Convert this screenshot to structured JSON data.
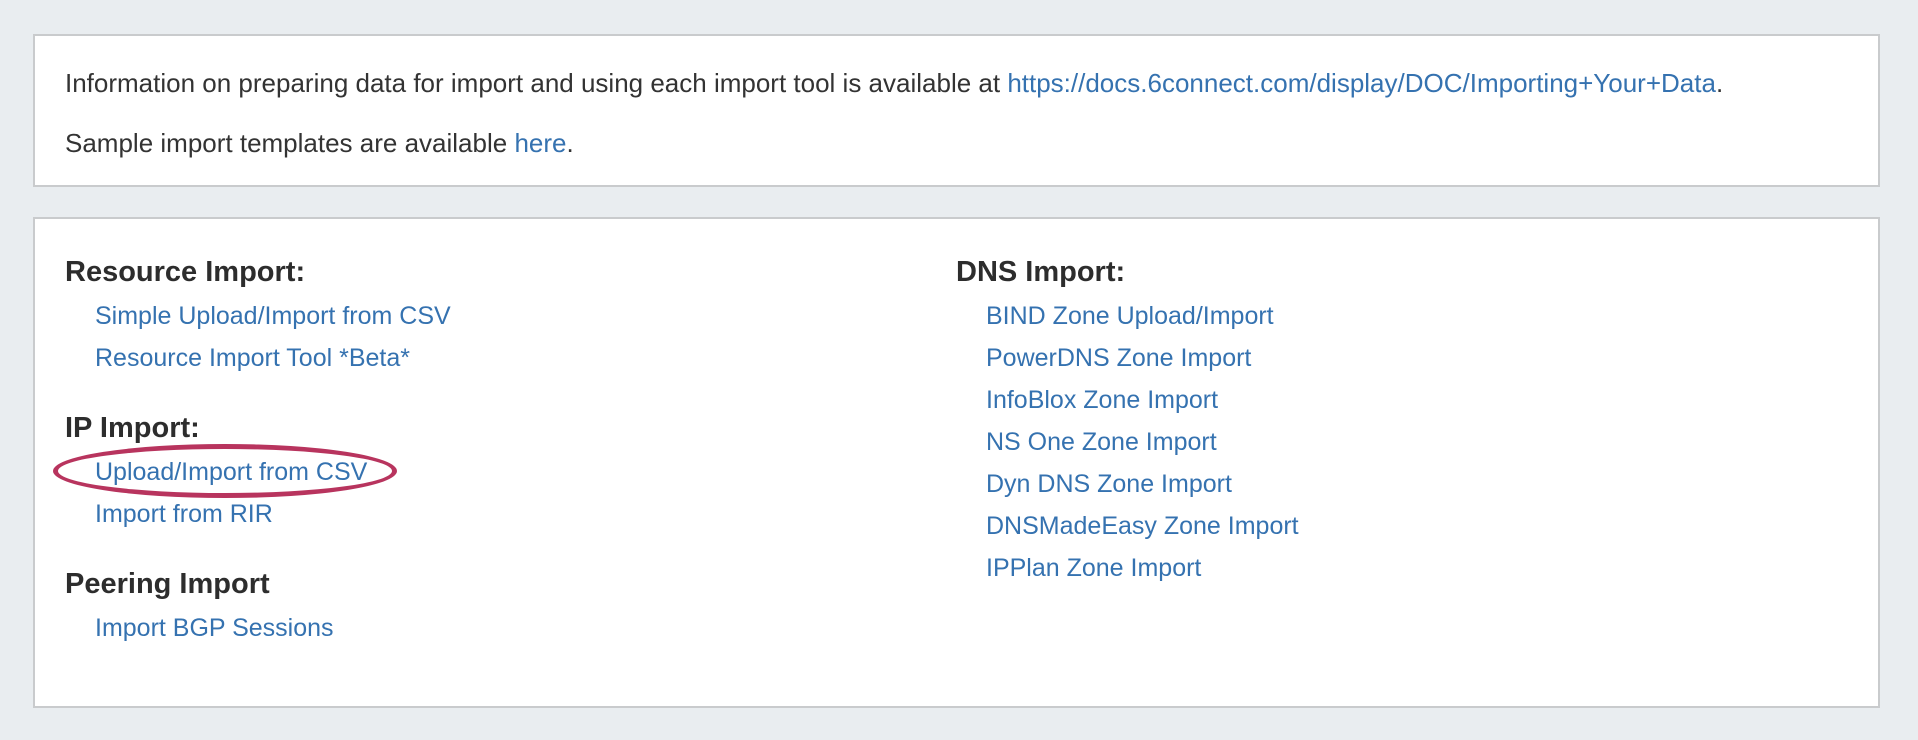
{
  "colors": {
    "background": "#e9edf0",
    "panel_border": "#c9cbcd",
    "link": "#3572b0",
    "heading": "#2d2d2d",
    "annotation_ellipse": "#b8345e"
  },
  "info_panel": {
    "line1_prefix": "Information on preparing data for import and using each import tool is available at ",
    "line1_link": "https://docs.6connect.com/display/DOC/Importing+Your+Data",
    "line1_suffix": ".",
    "line2_prefix": "Sample import templates are available ",
    "line2_link": "here",
    "line2_suffix": "."
  },
  "import_panel": {
    "left_sections": [
      {
        "title": "Resource Import:",
        "links": [
          "Simple Upload/Import from CSV",
          "Resource Import Tool *Beta*"
        ]
      },
      {
        "title": "IP Import:",
        "links": [
          "Upload/Import from CSV",
          "Import from RIR"
        ],
        "circled_link": "Upload/Import from CSV"
      },
      {
        "title": "Peering Import",
        "links": [
          "Import BGP Sessions"
        ]
      }
    ],
    "right_sections": [
      {
        "title": "DNS Import:",
        "links": [
          "BIND Zone Upload/Import",
          "PowerDNS Zone Import",
          "InfoBlox Zone Import",
          "NS One Zone Import",
          "Dyn DNS Zone Import",
          "DNSMadeEasy Zone Import",
          "IPPlan Zone Import"
        ]
      }
    ]
  }
}
